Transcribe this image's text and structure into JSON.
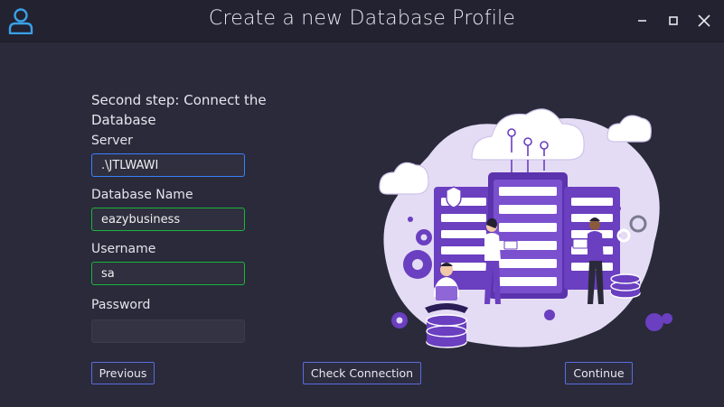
{
  "window": {
    "title": "Create a new Database Profile",
    "user_icon": "user-icon",
    "controls": [
      "minimize-icon",
      "maximize-icon",
      "close-icon"
    ]
  },
  "form": {
    "heading": "Second step: Connect the Database",
    "server": {
      "label": "Server",
      "value": ".\\JTLWAWI"
    },
    "database": {
      "label": "Database Name",
      "value": "eazybusiness"
    },
    "username": {
      "label": "Username",
      "value": "sa"
    },
    "password": {
      "label": "Password",
      "value": ""
    }
  },
  "buttons": {
    "previous": "Previous",
    "check": "Check Connection",
    "continue": "Continue"
  },
  "colors": {
    "background": "#2a2a3b",
    "titlebar": "#222231",
    "focus_border": "#3b7fff",
    "valid_border": "#19b53a",
    "button_border": "#5a6cdc",
    "accent_purple": "#6a3fc0"
  }
}
